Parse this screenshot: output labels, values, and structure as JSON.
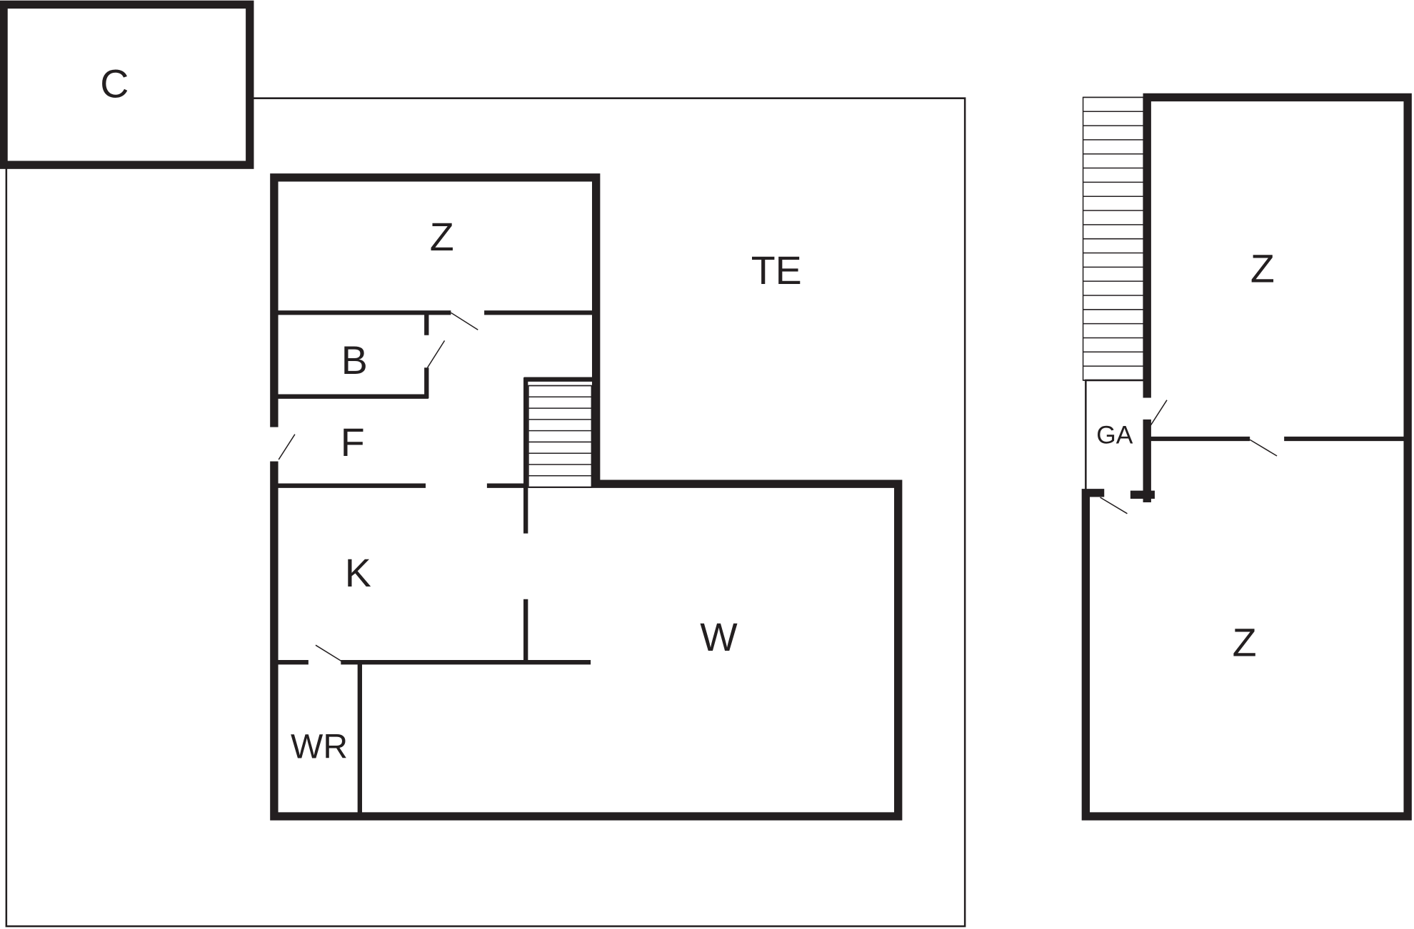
{
  "plan": {
    "carport_label": "C",
    "terrace_label": "TE",
    "main_house": {
      "rooms": {
        "bedroom": "Z",
        "bathroom": "B",
        "hall": "F",
        "kitchen": "K",
        "toilet": "WR",
        "living": "W"
      }
    },
    "annex": {
      "rooms": {
        "bedroom_upper": "Z",
        "bedroom_lower": "Z",
        "passage": "GA"
      }
    }
  },
  "colors": {
    "wall": "#231f20",
    "background": "#ffffff"
  }
}
